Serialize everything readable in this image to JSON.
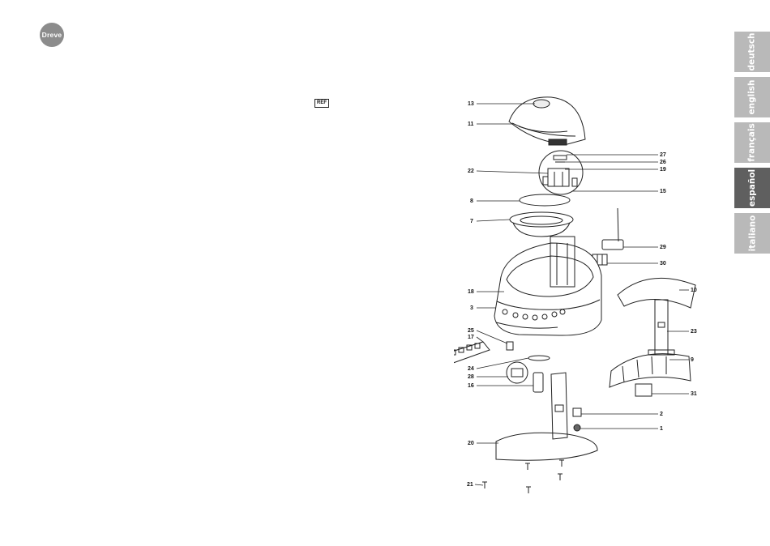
{
  "brand": {
    "logo_text": "Dreve"
  },
  "ref_symbol": "REF",
  "language_tabs": [
    {
      "label": "deutsch",
      "active": false
    },
    {
      "label": "english",
      "active": false
    },
    {
      "label": "français",
      "active": false
    },
    {
      "label": "español",
      "active": true
    },
    {
      "label": "italiano",
      "active": false
    }
  ],
  "colors": {
    "tab_inactive": "#b9b9b9",
    "tab_active": "#5f5f5f",
    "logo": "#8c8c8c"
  },
  "parts": {
    "p13": "13",
    "p11": "11",
    "p27": "27",
    "p26": "26",
    "p19": "19",
    "p22": "22",
    "p15": "15",
    "p8": "8",
    "p7": "7",
    "p29": "29",
    "p30": "30",
    "p10": "10",
    "p18": "18",
    "p3": "3",
    "p23": "23",
    "p25": "25",
    "p17": "17",
    "p9": "9",
    "p24": "24",
    "p28": "28",
    "p31": "31",
    "p16": "16",
    "p2": "2",
    "p1": "1",
    "p20": "20",
    "p21": "21"
  }
}
